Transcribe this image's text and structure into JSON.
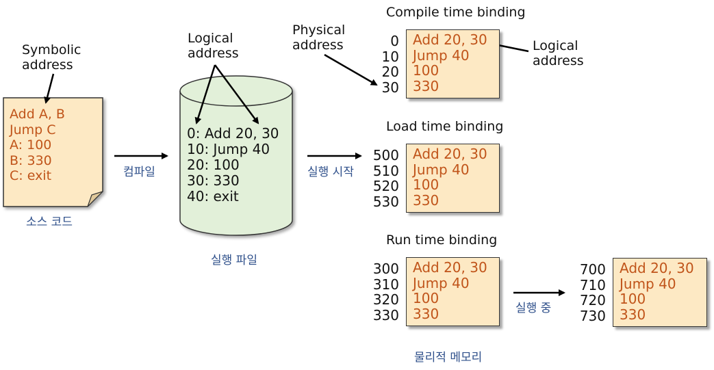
{
  "source": {
    "annotation": [
      "Symbolic",
      "address"
    ],
    "lines": [
      "Add A, B",
      "Jump C",
      "A: 100",
      "B: 330",
      "C: exit"
    ],
    "caption": "소스 코드"
  },
  "compile_label": "컴파일",
  "executable": {
    "annotation": [
      "Logical",
      "address"
    ],
    "lines": [
      "0: Add 20, 30",
      "10: Jump 40",
      "20: 100",
      "30: 330",
      "40: exit"
    ],
    "caption": "실행 파일"
  },
  "start_label": "실행 시작",
  "physical_annotation": [
    "Physical",
    "address"
  ],
  "compile_binding": {
    "title": "Compile time binding",
    "addresses": [
      "0",
      "10",
      "20",
      "30"
    ],
    "lines": [
      "Add 20, 30",
      "Jump 40",
      "100",
      "330"
    ],
    "annotation": [
      "Logical",
      "address"
    ]
  },
  "load_binding": {
    "title": "Load time binding",
    "addresses": [
      "500",
      "510",
      "520",
      "530"
    ],
    "lines": [
      "Add 20, 30",
      "Jump 40",
      "100",
      "330"
    ]
  },
  "run_binding": {
    "title": "Run time binding",
    "addresses": [
      "300",
      "310",
      "320",
      "330"
    ],
    "lines": [
      "Add 20, 30",
      "Jump 40",
      "100",
      "330"
    ],
    "running_label": "실행 중",
    "addresses_after": [
      "700",
      "710",
      "720",
      "730"
    ],
    "lines_after": [
      "Add 20, 30",
      "Jump 40",
      "100",
      "330"
    ]
  },
  "physical_memory_caption": "물리적 메모리",
  "colors": {
    "paper_fill": "#fde9c4",
    "cylinder_fill": "#e2f0d9",
    "code_text": "#c0541a",
    "korean_caption": "#2e4f8a"
  }
}
